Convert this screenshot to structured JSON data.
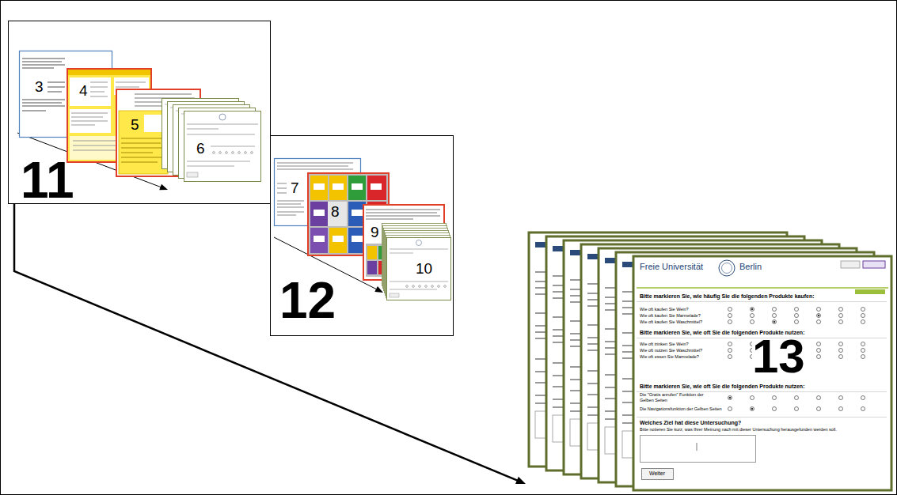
{
  "diagram": {
    "nodes": [
      {
        "text": [
          "11"
        ]
      },
      {
        "text": [
          "3"
        ],
        "in": 0
      },
      {
        "text": [
          "4"
        ],
        "in": 0
      },
      {
        "text": [
          "5"
        ],
        "in": 0
      },
      {
        "text": [
          "6"
        ],
        "in": 0
      },
      {
        "text": [
          "12"
        ]
      },
      {
        "text": [
          "7"
        ],
        "in": 5
      },
      {
        "text": [
          "8"
        ],
        "in": 5
      },
      {
        "text": [
          "9"
        ],
        "in": 5
      },
      {
        "text": [
          "10"
        ],
        "in": 5
      },
      {
        "text": [
          "Freie Universität",
          "Berlin",
          "Bitte markieren Sie, wie häufig Sie die folgenden Produkte kaufen:",
          "Wie oft kaufen Sie Wein?",
          "Wie oft kaufen Sie Marmelade?",
          "Wie oft kaufen Sie Waschmittel?",
          "Bitte markieren Sie, wie oft Sie die folgenden Produkte nutzen:",
          "Wie oft trinken Sie Wein?",
          "Wie oft nutzen Sie Waschmittel?",
          "Wie oft essen Sie Marmelade?",
          "Bitte markieren Sie, wie oft Sie die folgenden Produkte nutzen:",
          "Die \"Gratis anrufen\" Funktion der Gelben Seiten",
          "Die Navigationsfunktion der Gelben Seiten",
          "Welches Ziel hat diese Untersuchung?",
          "Bitte notieren Sie kurz, was Ihrer Meinung nach mit dieser Untersuchung herausgefunden werden soll.",
          "Weiter",
          "13"
        ]
      }
    ],
    "edges": [
      {
        "from": 0,
        "to": 10,
        "arrow": "to"
      }
    ]
  }
}
